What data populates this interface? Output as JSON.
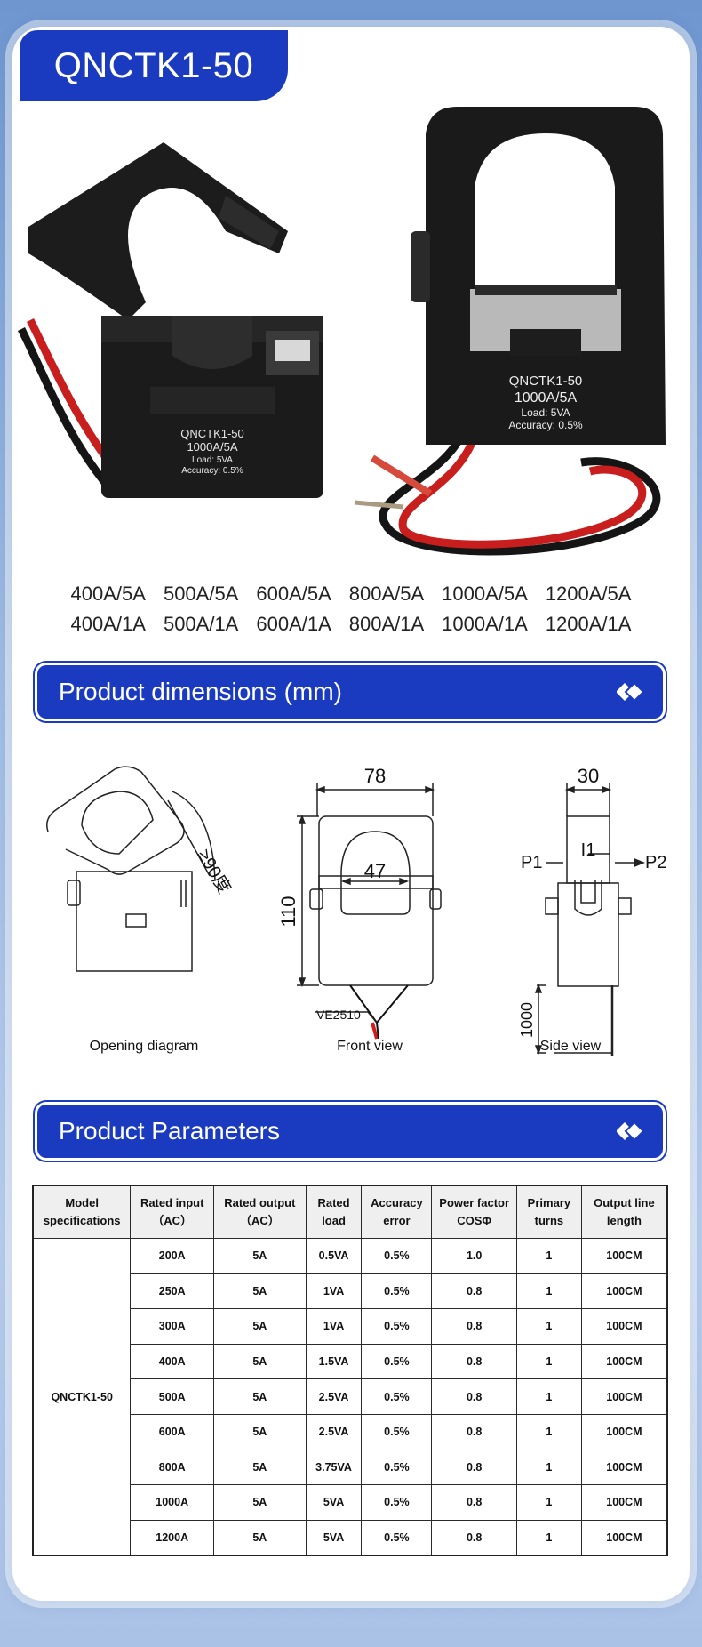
{
  "model": "QNCTK1-50",
  "hero_labels": {
    "left": {
      "line1": "QNCTK1-50",
      "line2": "1000A/5A",
      "line3": "Load: 5VA",
      "line4": "Accuracy: 0.5%"
    },
    "right": {
      "line1": "QNCTK1-50",
      "line2": "1000A/5A",
      "line3": "Load: 5VA",
      "line4": "Accuracy: 0.5%"
    }
  },
  "ratios_5a": [
    "400A/5A",
    "500A/5A",
    "600A/5A",
    "800A/5A",
    "1000A/5A",
    "1200A/5A"
  ],
  "ratios_1a": [
    "400A/1A",
    "500A/1A",
    "600A/1A",
    "800A/1A",
    "1000A/1A",
    "1200A/1A"
  ],
  "dimensions_section": {
    "title": "Product dimensions (mm)",
    "opening_angle": "≥90度",
    "width": "78",
    "hole": "47",
    "height": "110",
    "wire": "VE2510",
    "depth": "30",
    "p1": "P1",
    "i1": "I1",
    "p2": "P2",
    "lead_length": "1000",
    "labels": {
      "opening": "Opening diagram",
      "front": "Front view",
      "side": "Side view"
    }
  },
  "parameters_section": {
    "title": "Product Parameters",
    "headers": [
      [
        "Model",
        "specifications"
      ],
      [
        "Rated input",
        "（AC）"
      ],
      [
        "Rated output",
        "（AC）"
      ],
      [
        "Rated",
        "load"
      ],
      [
        "Accuracy",
        "error"
      ],
      [
        "Power factor",
        "COSΦ"
      ],
      [
        "Primary",
        "turns"
      ],
      [
        "Output line",
        "length"
      ]
    ],
    "model_cell": "QNCTK1-50",
    "rows": [
      [
        "200A",
        "5A",
        "0.5VA",
        "0.5%",
        "1.0",
        "1",
        "100CM"
      ],
      [
        "250A",
        "5A",
        "1VA",
        "0.5%",
        "0.8",
        "1",
        "100CM"
      ],
      [
        "300A",
        "5A",
        "1VA",
        "0.5%",
        "0.8",
        "1",
        "100CM"
      ],
      [
        "400A",
        "5A",
        "1.5VA",
        "0.5%",
        "0.8",
        "1",
        "100CM"
      ],
      [
        "500A",
        "5A",
        "2.5VA",
        "0.5%",
        "0.8",
        "1",
        "100CM"
      ],
      [
        "600A",
        "5A",
        "2.5VA",
        "0.5%",
        "0.8",
        "1",
        "100CM"
      ],
      [
        "800A",
        "5A",
        "3.75VA",
        "0.5%",
        "0.8",
        "1",
        "100CM"
      ],
      [
        "1000A",
        "5A",
        "5VA",
        "0.5%",
        "0.8",
        "1",
        "100CM"
      ],
      [
        "1200A",
        "5A",
        "5VA",
        "0.5%",
        "0.8",
        "1",
        "100CM"
      ]
    ]
  },
  "colors": {
    "brand_blue": "#1a3bbf",
    "device_black": "#1b1b1b",
    "wire_red": "#d42020"
  }
}
